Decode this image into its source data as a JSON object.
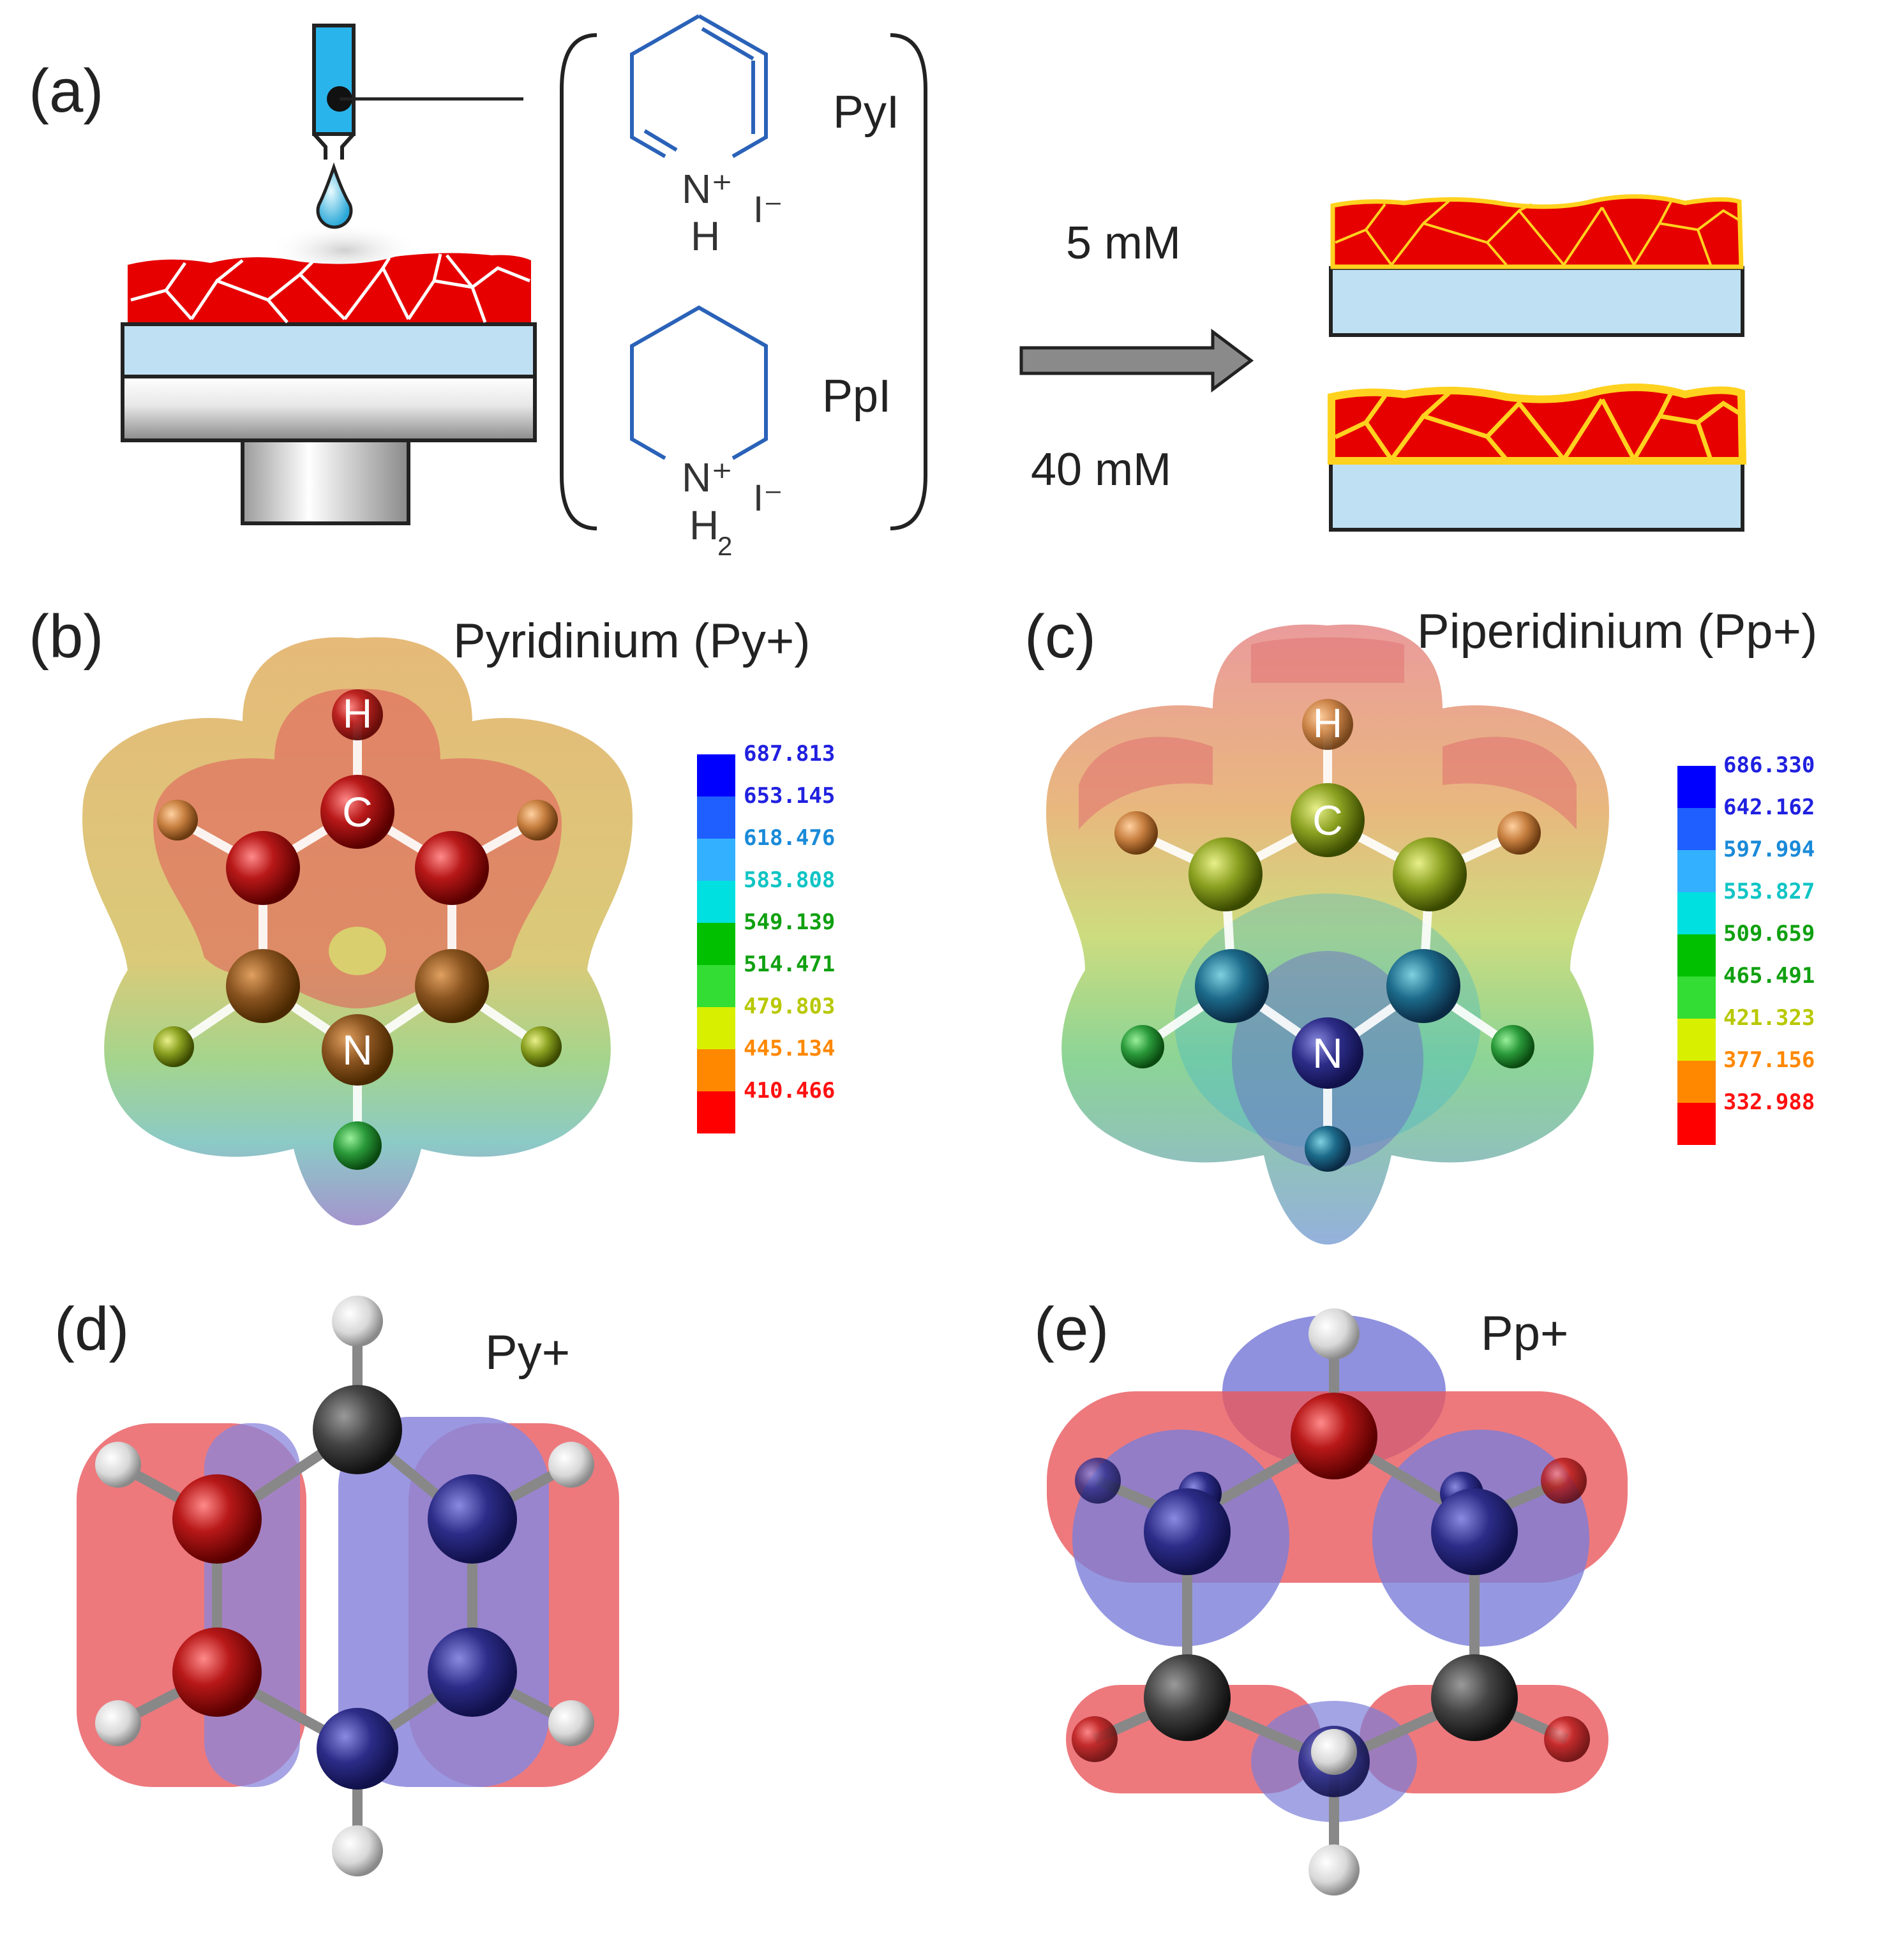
{
  "panels": {
    "a": {
      "label": "(a)",
      "molecule_1": "PyI",
      "molecule_2": "PpI",
      "cation_1": "N⁺",
      "h_1": "H",
      "anion_1": "I⁻",
      "cation_2": "N⁺",
      "h_2_base": "H",
      "h_2_sub": "2",
      "anion_2": "I⁻",
      "conc_low": "5 mM",
      "conc_high": "40 mM"
    },
    "b": {
      "label": "(b)",
      "title": "Pyridinium (Py+)",
      "atom_top": "H",
      "atom_c": "C",
      "atom_n": "N",
      "scale": [
        "687.813",
        "653.145",
        "618.476",
        "583.808",
        "549.139",
        "514.471",
        "479.803",
        "445.134",
        "410.466"
      ]
    },
    "c": {
      "label": "(c)",
      "title": "Piperidinium (Pp+)",
      "atom_top": "H",
      "atom_c": "C",
      "atom_n": "N",
      "scale": [
        "686.330",
        "642.162",
        "597.994",
        "553.827",
        "509.659",
        "465.491",
        "421.323",
        "377.156",
        "332.988"
      ]
    },
    "d": {
      "label": "(d)",
      "title": "Py+"
    },
    "e": {
      "label": "(e)",
      "title": "Pp+"
    }
  },
  "colors": {
    "film_red": "#e60000",
    "grain_white": "#ffffff",
    "grain_yellow": "#ffd21f",
    "substrate_blue": "#bfe0f3",
    "structure_blue": "#2a62b8",
    "lobe_red": "#e8585c",
    "lobe_blue": "#7b7ed8",
    "scale_colors": [
      "#0000ff",
      "#1f5fff",
      "#33b0ff",
      "#00e0e0",
      "#00c000",
      "#33dd33",
      "#d8f000",
      "#ff8800",
      "#ff0000"
    ],
    "scale_text_colors": [
      "#2020e0",
      "#2020e0",
      "#1a8ad8",
      "#10c4c4",
      "#10a010",
      "#10a010",
      "#b8c800",
      "#ff8800",
      "#ff1010"
    ]
  }
}
